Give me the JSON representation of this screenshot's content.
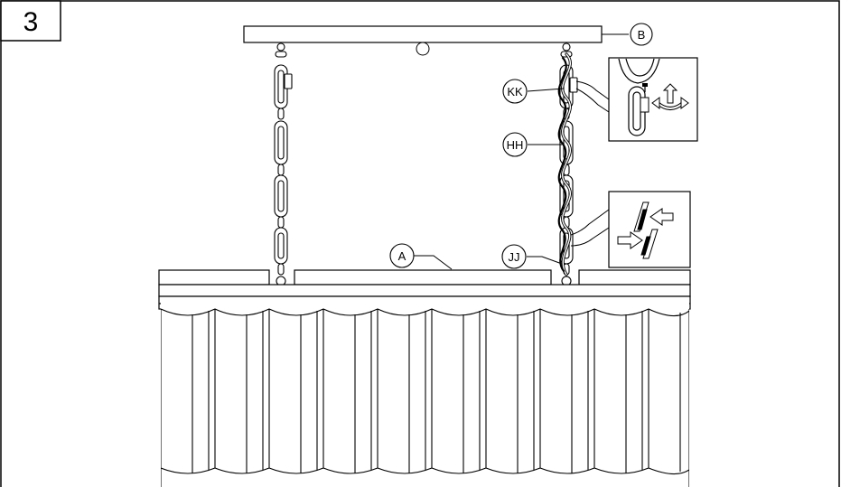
{
  "step_number": "3",
  "callouts": {
    "canopy": "B",
    "fixture_body": "A",
    "wire_cover": "KK",
    "wire": "HH",
    "connector": "JJ"
  }
}
